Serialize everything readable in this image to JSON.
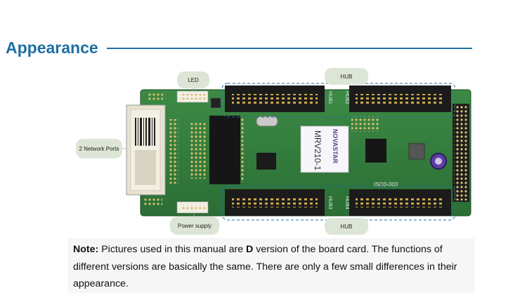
{
  "heading": "Appearance",
  "callouts": {
    "led": "LED",
    "hub_top": "HUB",
    "network_ports": "2 Network Ports",
    "power_supply": "Power supply",
    "hub_bottom": "HUB"
  },
  "board_markings": {
    "brand": "NOVASTAR",
    "model": "MRV210-1",
    "pcb_code": "ISO3-003",
    "hub_label_1": "HUB1",
    "hub_label_2": "HUB2",
    "hub_label_3": "HUB3",
    "hub_label_4": "HUB4"
  },
  "note": {
    "label": "Note:",
    "text_1": " Pictures used in this manual are ",
    "emphasis": "D",
    "text_2": " version of the board card. The functions of different versions are basically the same. There are only a few small differences in their appearance."
  },
  "colors": {
    "heading": "#1d6fa3",
    "pcb": "#2f7a3a",
    "callout_bg": "#dde6d6",
    "dashed_outline": "#1f6ea0"
  }
}
